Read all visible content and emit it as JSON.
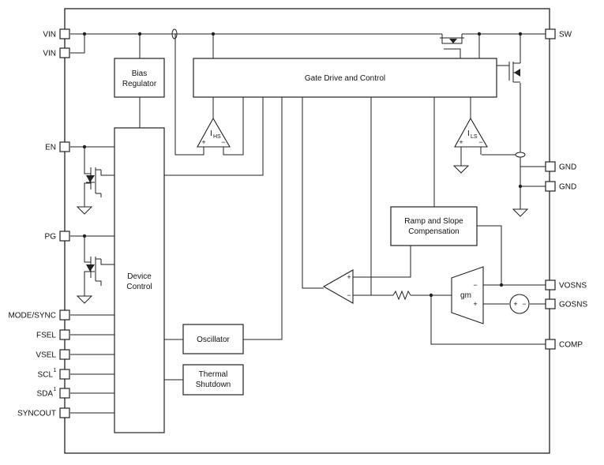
{
  "pins": {
    "vin1": "VIN",
    "vin2": "VIN",
    "en": "EN",
    "pg": "PG",
    "mode_sync": "MODE/SYNC",
    "fsel": "FSEL",
    "vsel": "VSEL",
    "scl": "SCL",
    "scl_note": "1",
    "sda": "SDA",
    "sda_note": "1",
    "syncout": "SYNCOUT",
    "sw": "SW",
    "gnd1": "GND",
    "gnd2": "GND",
    "vosns": "VOSNS",
    "gosns": "GOSNS",
    "comp": "COMP"
  },
  "blocks": {
    "bias_regulator_line1": "Bias",
    "bias_regulator_line2": "Regulator",
    "gate_drive": "Gate Drive and Control",
    "device_control_line1": "Device",
    "device_control_line2": "Control",
    "oscillator": "Oscillator",
    "thermal_line1": "Thermal",
    "thermal_line2": "Shutdown",
    "ramp_line1": "Ramp and Slope",
    "ramp_line2": "Compensation"
  },
  "symbols": {
    "ihs_main": "I",
    "ihs_sub": "HS",
    "ils_main": "I",
    "ils_sub": "LS",
    "gm": "gm",
    "plus": "+",
    "minus": "−"
  }
}
